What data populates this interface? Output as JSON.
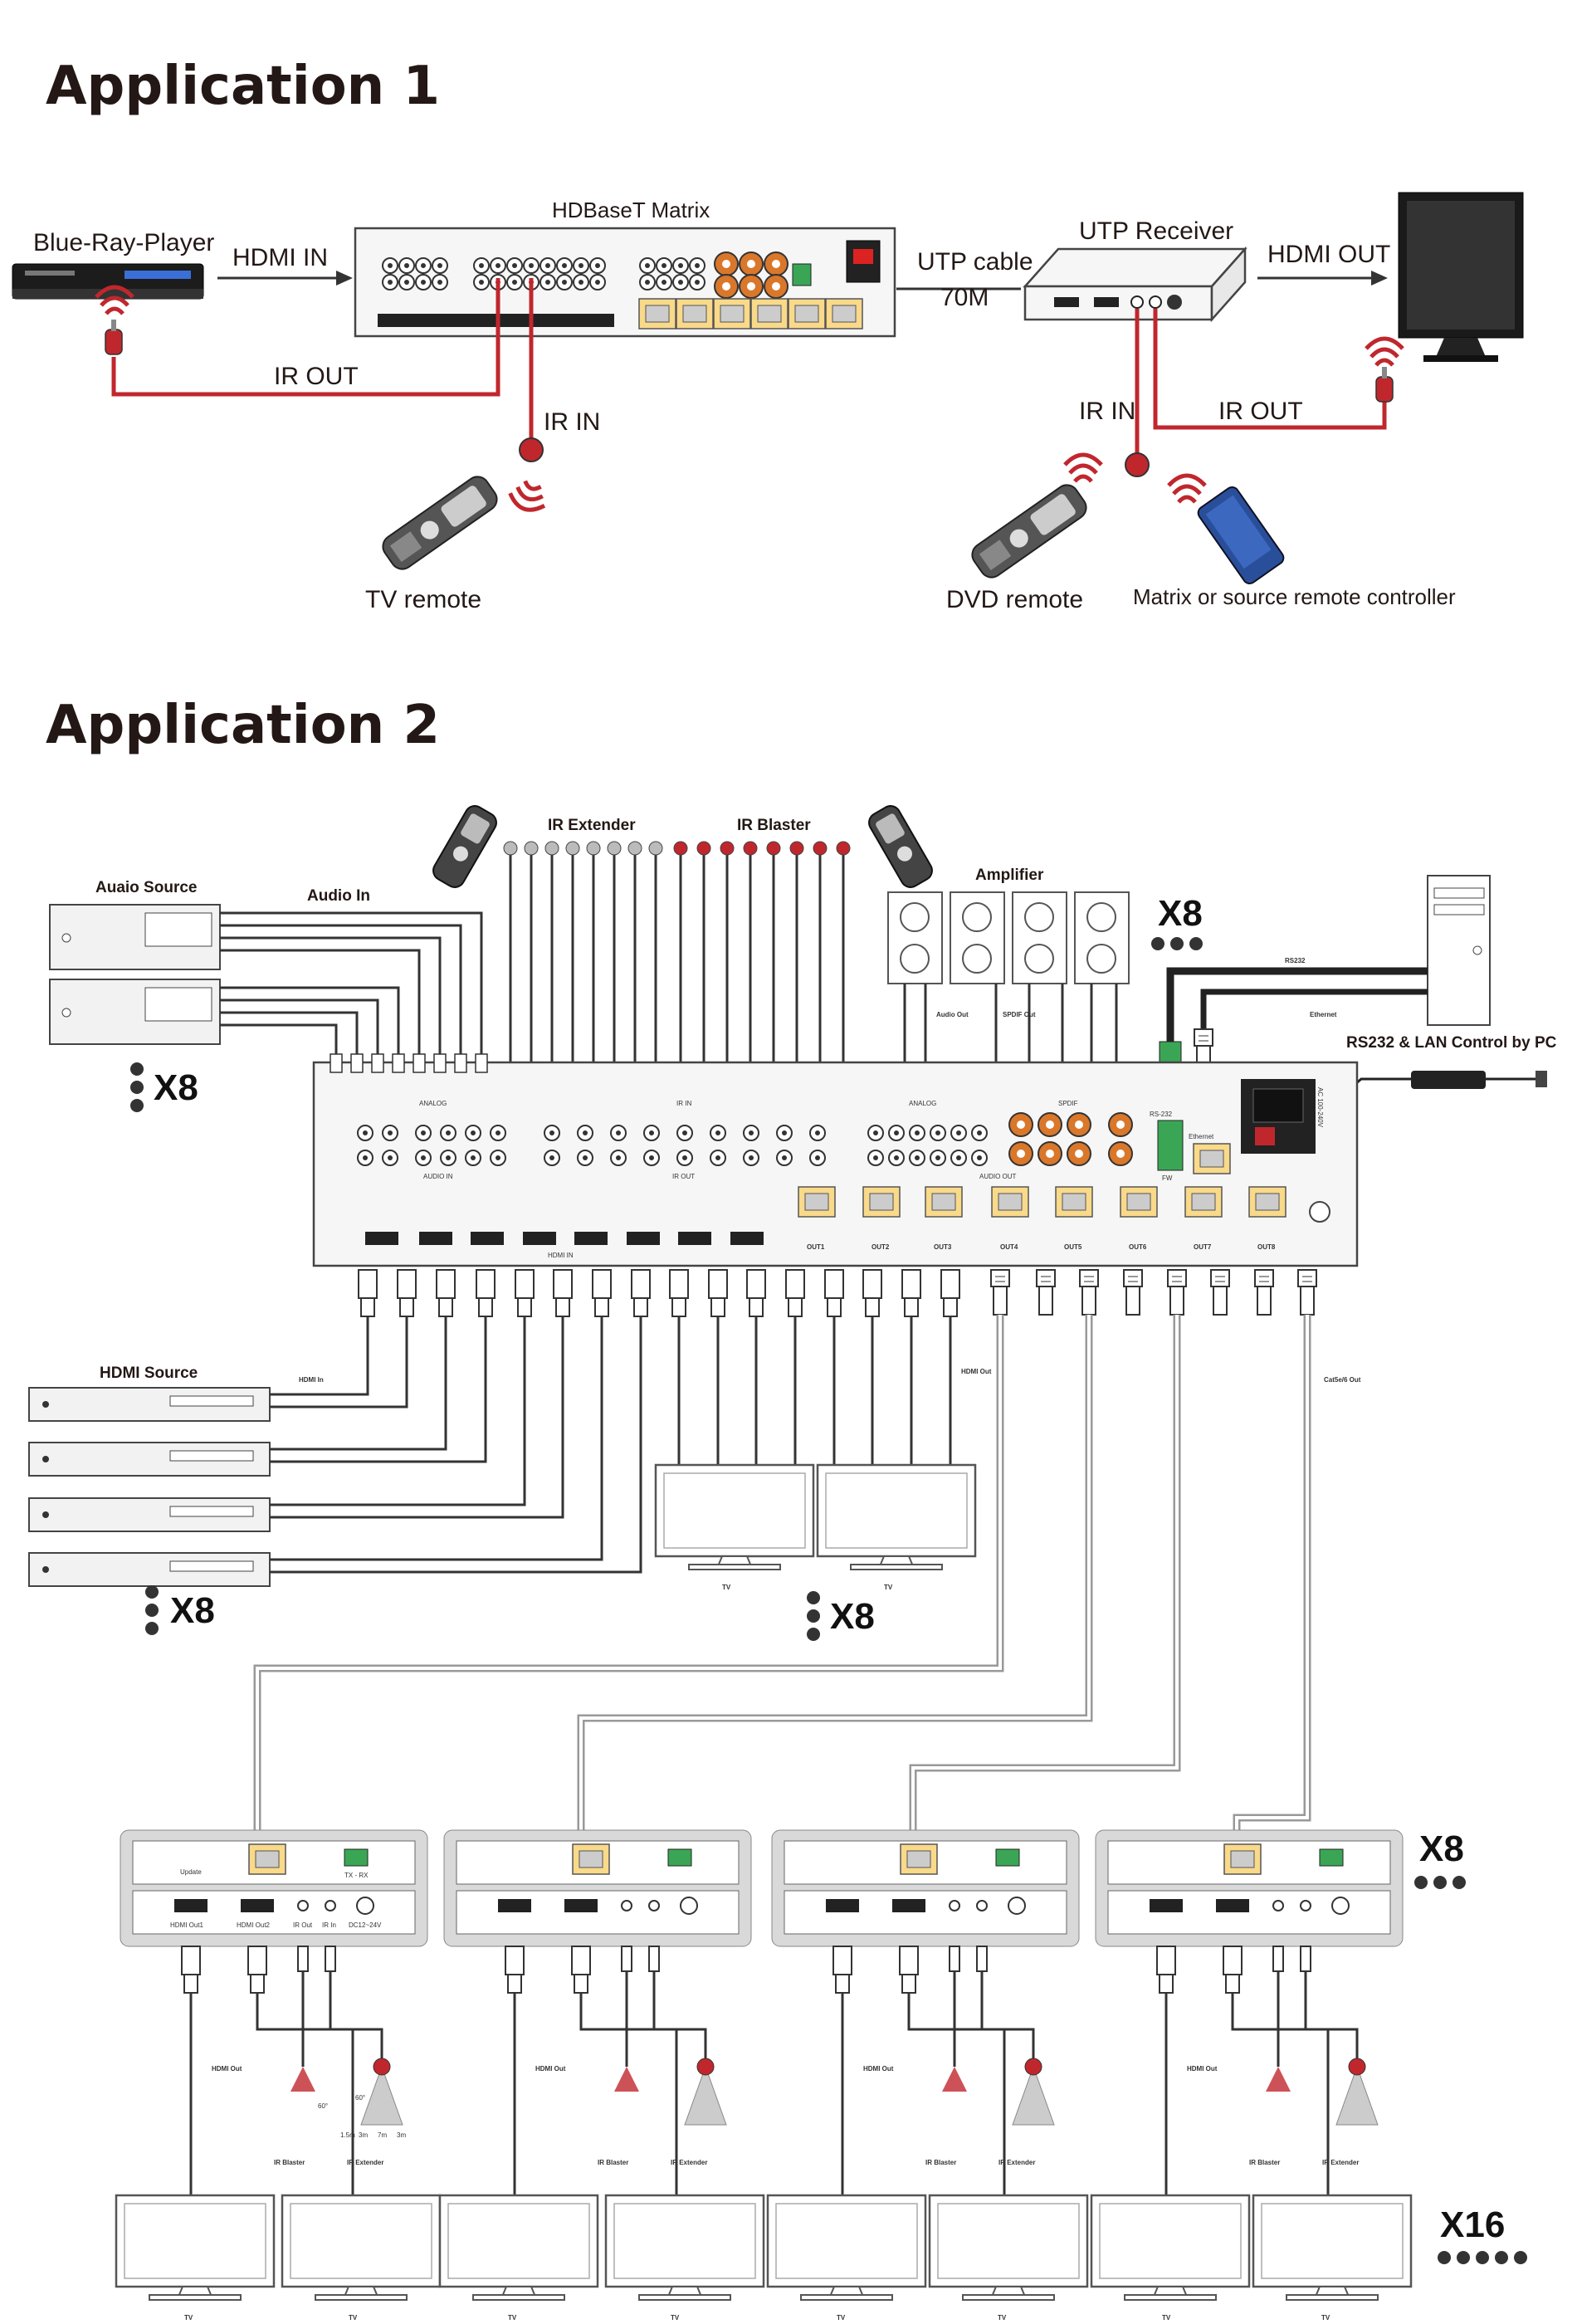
{
  "app1": {
    "title": "Application 1",
    "labels": {
      "player": "Blue-Ray-Player",
      "hdmi_in": "HDMI IN",
      "matrix": "HDBaseT Matrix",
      "utp_cable": "UTP cable",
      "utp_len": "70M",
      "receiver": "UTP Receiver",
      "hdmi_out": "HDMI OUT",
      "ir_out_left": "IR OUT",
      "ir_in_left": "IR IN",
      "ir_in_right": "IR IN",
      "ir_out_right": "IR OUT",
      "tv_remote": "TV remote",
      "dvd_remote": "DVD remote",
      "matrix_remote": "Matrix or source remote controller"
    }
  },
  "app2": {
    "title": "Application 2",
    "labels": {
      "ir_extender": "IR Extender",
      "ir_blaster": "IR Blaster",
      "audio_source": "Auaio Source",
      "audio_in": "Audio In",
      "amplifier": "Amplifier",
      "amp_mult": "X8",
      "audio_out": "Audio Out",
      "spdif_out": "SPDIF Out",
      "rs232": "RS232",
      "ethernet": "Ethernet",
      "control": "RS232 & LAN Control by PC",
      "audio_mult": "X8",
      "hdmi_source": "HDMI Source",
      "hdmi_in": "HDMI In",
      "hdmi_source_mult": "X8",
      "hdmi_out": "HDMI Out",
      "cat_out": "Cat5e/6 Out",
      "tv": "TV",
      "tv_mult": "X8",
      "receiver_mult": "X8",
      "final_mult": "X16"
    },
    "panel": {
      "analog": "ANALOG",
      "audio_in": "AUDIO IN",
      "ir_in": "IR IN",
      "ir_out": "IR OUT",
      "audio_out": "AUDIO OUT",
      "spdif": "SPDIF",
      "hdmi_in": "HDMI IN",
      "rs232": "RS-232",
      "ethernet": "Ethernet",
      "fw": "FW",
      "ac": "AC 100-240V",
      "outs": [
        "OUT1",
        "OUT2",
        "OUT3",
        "OUT4",
        "OUT5",
        "OUT6",
        "OUT7",
        "OUT8"
      ]
    },
    "receiver": {
      "update": "Update",
      "txrx": "TX - RX",
      "hdmi_out1": "HDMI Out1",
      "hdmi_out2": "HDMI Out2",
      "ir_out": "IR Out",
      "ir_in": "IR In",
      "dc": "DC12~24V",
      "hdmi_label": "HDMI Out",
      "ir_blaster": "IR Blaster",
      "ir_extender": "IR Extender",
      "ang": "60°",
      "d1": "1.5m",
      "d2": "3m",
      "d3": "7m",
      "d4": "3m"
    }
  },
  "colors": {
    "ir": "#c0272d",
    "rj45": "#f9d98a",
    "spdif": "#d9772b",
    "terminal": "#3aa655"
  }
}
